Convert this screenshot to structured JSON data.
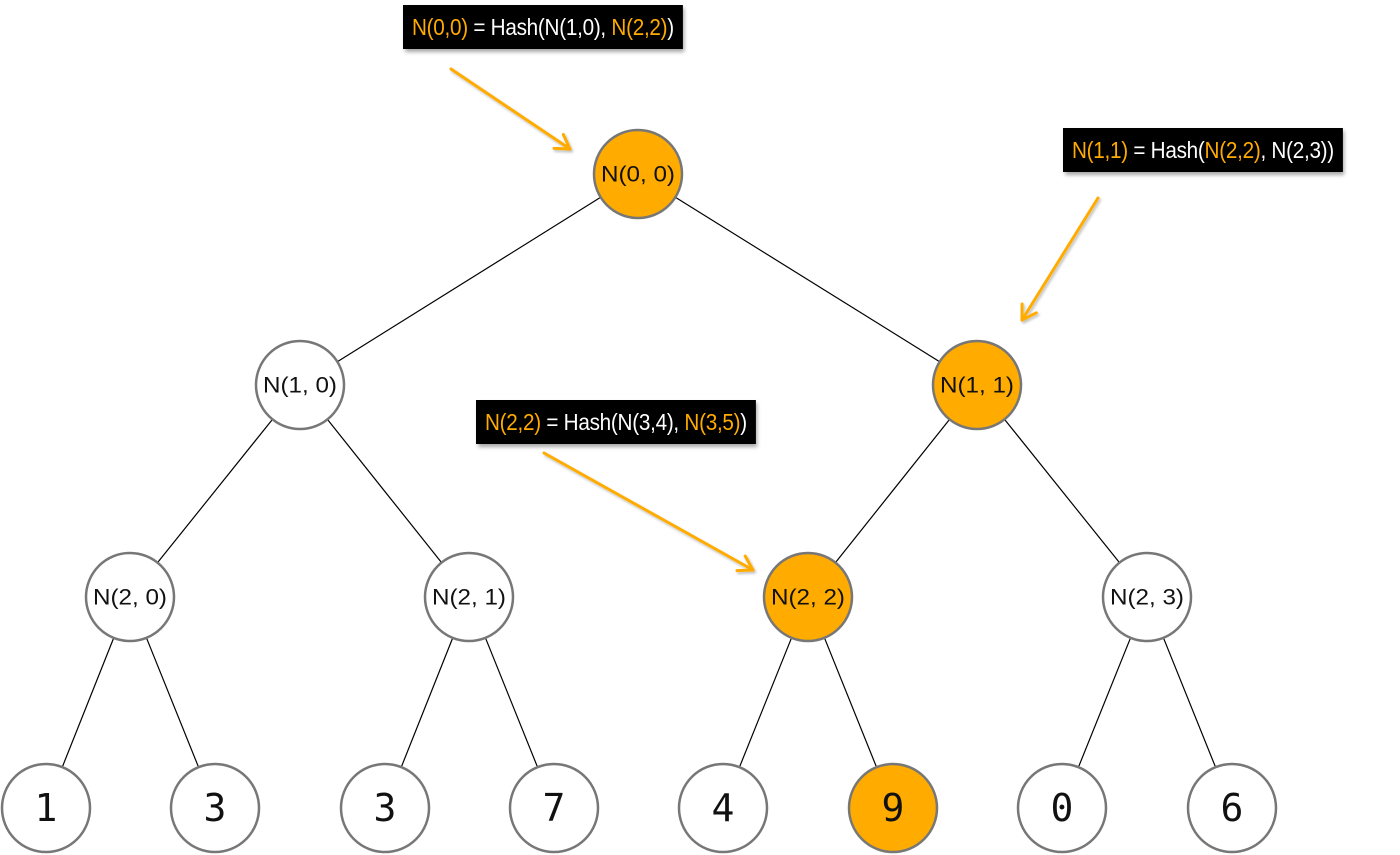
{
  "colors": {
    "highlight": "#ffab00",
    "node_stroke": "#777777",
    "edge": "#000000",
    "callout_bg": "#000000",
    "callout_text": "#ffffff",
    "arrow": "#ffab00"
  },
  "tree": {
    "root": {
      "id": "n00",
      "label": "N(0, 0)",
      "highlighted": true
    },
    "level1": [
      {
        "id": "n10",
        "label": "N(1, 0)",
        "highlighted": false
      },
      {
        "id": "n11",
        "label": "N(1, 1)",
        "highlighted": true
      }
    ],
    "level2": [
      {
        "id": "n20",
        "label": "N(2, 0)",
        "highlighted": false
      },
      {
        "id": "n21",
        "label": "N(2, 1)",
        "highlighted": false
      },
      {
        "id": "n22",
        "label": "N(2, 2)",
        "highlighted": true
      },
      {
        "id": "n23",
        "label": "N(2, 3)",
        "highlighted": false
      }
    ],
    "leaves": [
      {
        "id": "l0",
        "label": "1",
        "highlighted": false
      },
      {
        "id": "l1",
        "label": "3",
        "highlighted": false
      },
      {
        "id": "l2",
        "label": "3",
        "highlighted": false
      },
      {
        "id": "l3",
        "label": "7",
        "highlighted": false
      },
      {
        "id": "l4",
        "label": "4",
        "highlighted": false
      },
      {
        "id": "l5",
        "label": "9",
        "highlighted": true
      },
      {
        "id": "l6",
        "label": "0",
        "highlighted": false
      },
      {
        "id": "l7",
        "label": "6",
        "highlighted": false
      }
    ]
  },
  "callouts": [
    {
      "target": "n00",
      "parts": [
        {
          "text": "N(0,0)",
          "hl": true
        },
        {
          "text": " = Hash(N(1,0), ",
          "hl": false
        },
        {
          "text": "N(2,2)",
          "hl": true
        },
        {
          "text": ")",
          "hl": false
        }
      ]
    },
    {
      "target": "n11",
      "parts": [
        {
          "text": "N(1,1)",
          "hl": true
        },
        {
          "text": " = Hash(",
          "hl": false
        },
        {
          "text": "N(2,2)",
          "hl": true
        },
        {
          "text": ", N(2,3))",
          "hl": false
        }
      ]
    },
    {
      "target": "n22",
      "parts": [
        {
          "text": "N(2,2)",
          "hl": true
        },
        {
          "text": " = Hash(N(3,4), ",
          "hl": false
        },
        {
          "text": "N(3,5)",
          "hl": true
        },
        {
          "text": ")",
          "hl": false
        }
      ]
    }
  ]
}
